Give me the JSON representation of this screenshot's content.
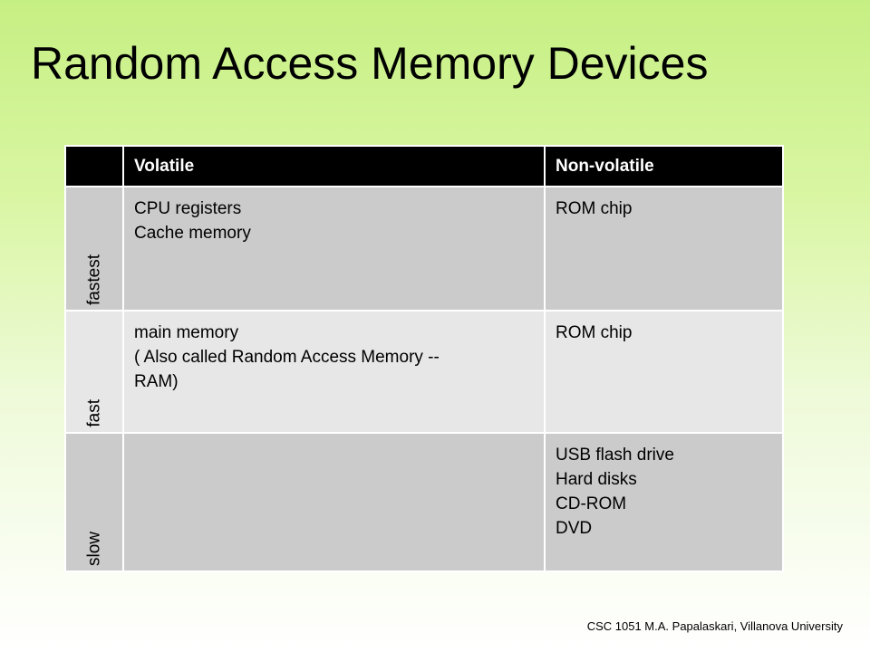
{
  "slide": {
    "title": "Random Access Memory Devices",
    "footer": "CSC 1051 M.A. Papalaskari, Villanova University"
  },
  "table": {
    "headers": {
      "corner": "",
      "volatile": "Volatile",
      "nonvolatile": "Non-volatile"
    },
    "rows": [
      {
        "speed": "fastest",
        "volatile": [
          "CPU registers",
          "Cache memory"
        ],
        "nonvolatile": [
          "ROM chip"
        ]
      },
      {
        "speed": "fast",
        "volatile": [
          "main memory",
          "( Also called Random Access Memory --",
          "RAM)"
        ],
        "nonvolatile": [
          "ROM chip"
        ]
      },
      {
        "speed": "slow",
        "volatile": [],
        "nonvolatile": [
          "USB flash drive",
          "Hard disks",
          "CD-ROM",
          "DVD"
        ]
      }
    ]
  },
  "colors": {
    "header_bg": "#000000",
    "row_dark": "#cbcbcb",
    "row_light": "#e7e7e7",
    "background_top": "#c6ef83",
    "background_bottom": "#ffffff"
  }
}
